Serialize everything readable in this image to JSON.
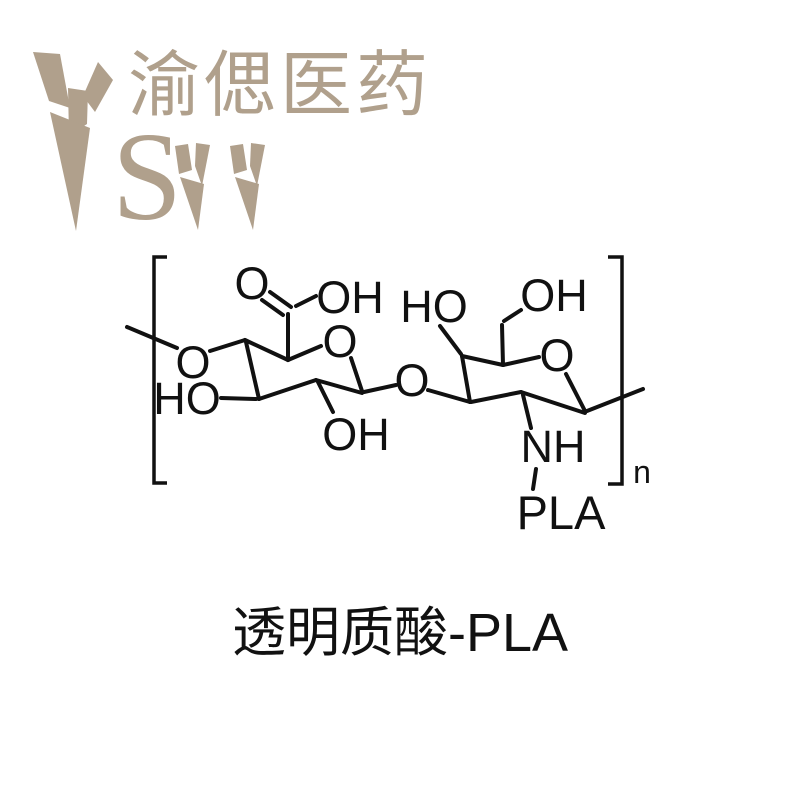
{
  "colors": {
    "background": "#ffffff",
    "brand": "#b0a08c",
    "ink": "#111111"
  },
  "logo": {
    "company_zh": "渝偲医药",
    "letter_s": "S"
  },
  "molecule": {
    "labels": {
      "chain_o_left": "O",
      "carboxyl_o": "O",
      "carboxyl_oh": "OH",
      "ring1_o": "O",
      "ho_left": "HO",
      "oh_bottom": "OH",
      "glycosidic_o": "O",
      "ho_right": "HO",
      "ch2_oh": "OH",
      "ring2_o": "O",
      "nh": "NH",
      "pla": "PLA",
      "repeat_subscript": "n"
    }
  },
  "caption": {
    "zh": "透明质酸",
    "latin": "-PLA"
  }
}
